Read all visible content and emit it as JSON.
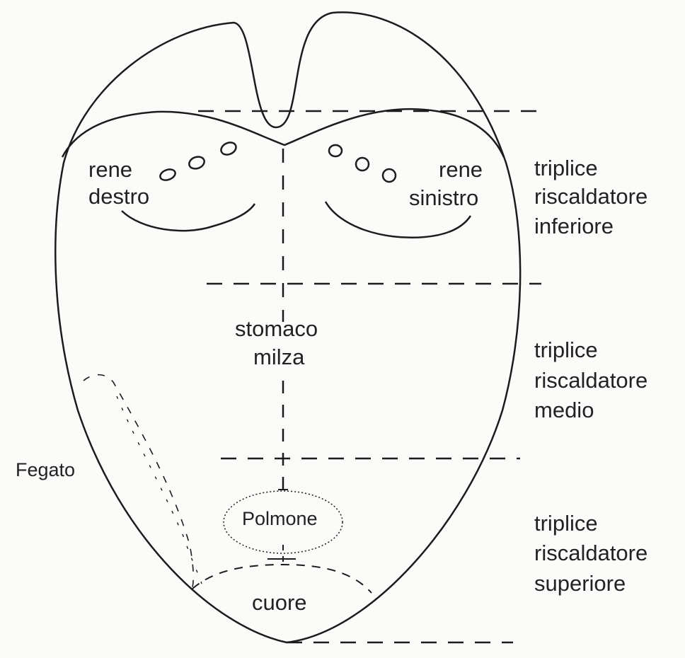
{
  "diagram": {
    "labels": {
      "rene_destro_1": "rene",
      "rene_destro_2": "destro",
      "rene_sinistro_1": "rene",
      "rene_sinistro_2": "sinistro",
      "stomaco": "stomaco",
      "milza": "milza",
      "fegato": "Fegato",
      "polmone": "Polmone",
      "cuore": "cuore"
    },
    "zones": {
      "inferiore": [
        "triplice",
        "riscaldatore",
        "inferiore"
      ],
      "medio": [
        "triplice",
        "riscaldatore",
        "medio"
      ],
      "superiore": [
        "triplice",
        "riscaldatore",
        "superiore"
      ]
    }
  }
}
